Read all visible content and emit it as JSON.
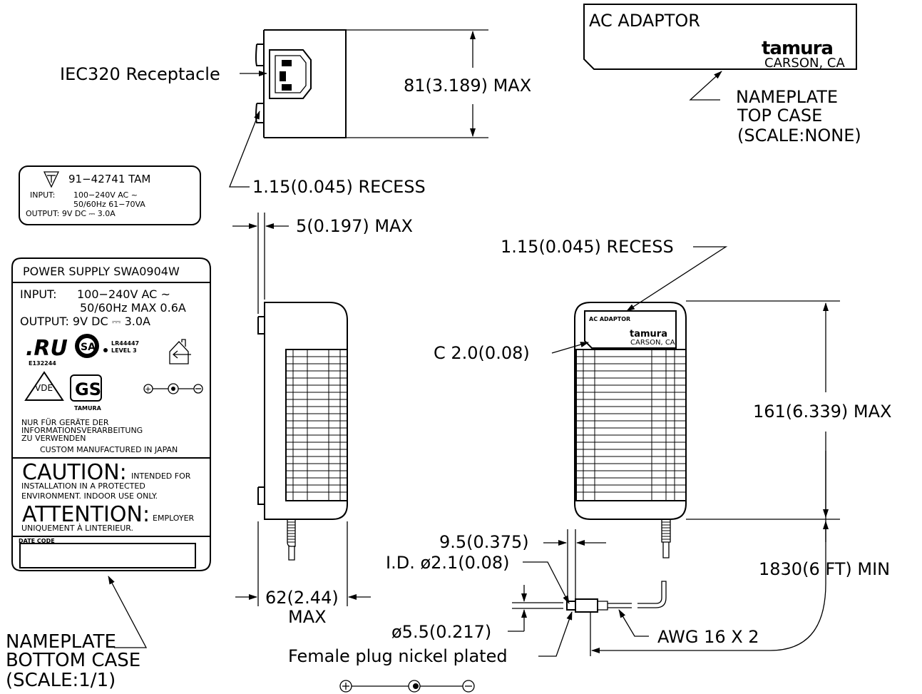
{
  "dimensions": {
    "height_top": "81(3.189)  MAX",
    "recess_top": "1.15(0.045)  RECESS",
    "depth_side": "5(0.197)  MAX",
    "recess_front": "1.15(0.045)  RECESS",
    "chamfer": "C  2.0(0.08)",
    "length_front": "161(6.339)  MAX",
    "width_side": "62(2.44)",
    "width_side_max": "MAX",
    "plug_length": "9.5(0.375)",
    "plug_id": "I.D.  ø2.1(0.08)",
    "cord_length": "1830(6  FT)  MIN",
    "plug_od": "ø5.5(0.217)",
    "wire": "AWG  16  X  2"
  },
  "callouts": {
    "receptacle": "IEC320  Receptacle",
    "plug_desc": "Female  plug  nickel  plated"
  },
  "nameplate_top": {
    "title": "AC  ADAPTOR",
    "brand": "tamura",
    "location": "CARSON,  CA",
    "caption": [
      "NAMEPLATE",
      "TOP  CASE",
      "(SCALE:NONE)"
    ]
  },
  "small_label": {
    "model": "91−42741   TAM",
    "input_label": "INPUT:",
    "input_1": "100−240V AC ~",
    "input_2": "50/60Hz  61−70VA",
    "output": "OUTPUT:  9V  DC ⎓ 3.0A"
  },
  "nameplate_bottom": {
    "title": "POWER  SUPPLY  SWA0904W",
    "input_label": "INPUT:",
    "input_1": "100−240V  AC  ~",
    "input_2": "50/60Hz  MAX  0.6A",
    "output": "OUTPUT:  9V  DC  ⎓  3.0A",
    "ul_file": "E132244",
    "csa_ref": "LR44447",
    "level": "LEVEL  3",
    "vde": "VDE",
    "gs_maker": "TAMURA",
    "german_1": "NUR  FÜR  GERÄTE  DER",
    "german_2": "INFORMATIONSVERARBEITUNG",
    "german_3": "ZU  VERWENDEN",
    "custom": "CUSTOM  MANUFACTURED  IN  JAPAN",
    "caution_big": "CAUTION:",
    "caution_rest": "INTENDED  FOR",
    "caution_2": "INSTALLATION  IN  A  PROTECTED",
    "caution_3": "ENVIRONMENT.  INDOOR  USE  ONLY.",
    "attention_big": "ATTENTION:",
    "attention_rest": "EMPLOYER",
    "attention_2": "UNIQUEMENT  À  LINTERIEUR.",
    "date_code": "DATE  CODE",
    "caption": [
      "NAMEPLATE",
      "BOTTOM  CASE",
      "(SCALE:1/1)"
    ]
  },
  "front_label": {
    "title": "AC  ADAPTOR",
    "brand": "tamura",
    "location": "CARSON,  CA"
  }
}
